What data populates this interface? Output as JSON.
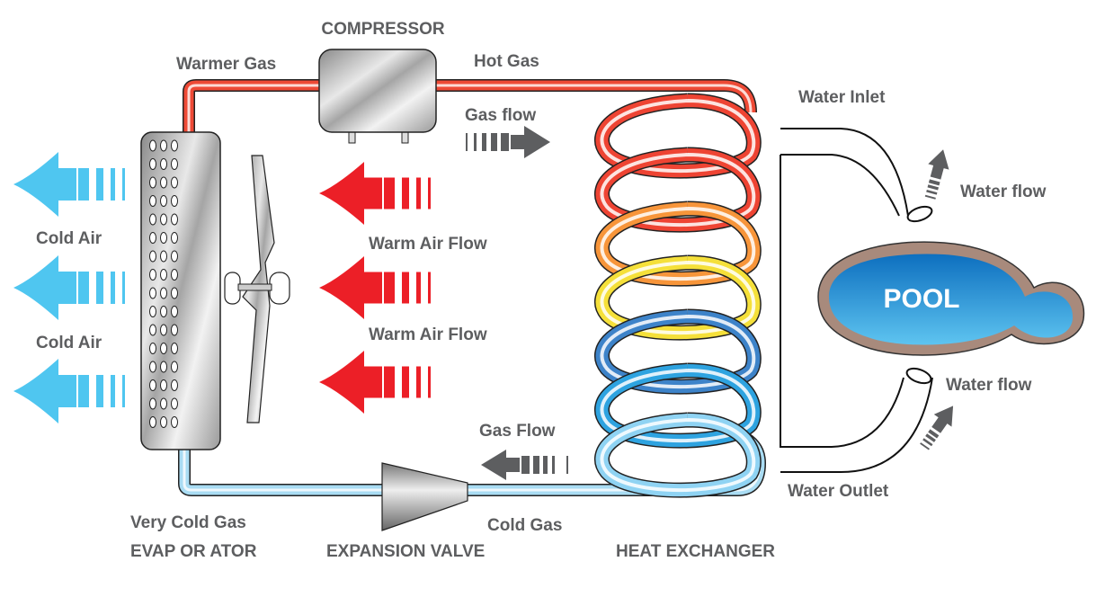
{
  "labels": {
    "compressor": "COMPRESSOR",
    "warmer_gas": "Warmer Gas",
    "hot_gas": "Hot Gas",
    "gas_flow_top": "Gas flow",
    "gas_flow_bottom": "Gas Flow",
    "cold_air_1": "Cold Air",
    "cold_air_2": "Cold Air",
    "warm_air_flow_1": "Warm Air Flow",
    "warm_air_flow_2": "Warm Air Flow",
    "water_inlet": "Water Inlet",
    "water_flow_top": "Water flow",
    "water_flow_bottom": "Water flow",
    "water_outlet": "Water Outlet",
    "pool": "POOL",
    "very_cold_gas": "Very Cold Gas",
    "evaporator": "EVAP OR ATOR",
    "expansion_valve": "EXPANSION VALVE",
    "cold_gas": "Cold Gas",
    "heat_exchanger": "HEAT EXCHANGER"
  },
  "colors": {
    "label": "#5d5e60",
    "cold_air": "#4fc6f0",
    "warm_air": "#ec1f27",
    "flow_arrow": "#5d5e60",
    "hot_pipe": "#ee4a36",
    "cold_pipe": "#a9dcf3",
    "pool_water": "#1f8fd6",
    "pool_rim": "#a88a7c"
  },
  "coil_colors": [
    "#ee4433",
    "#ee4433",
    "#f7953a",
    "#f5e03a",
    "#3d83c9",
    "#2ea3e0",
    "#8fd3f3"
  ]
}
